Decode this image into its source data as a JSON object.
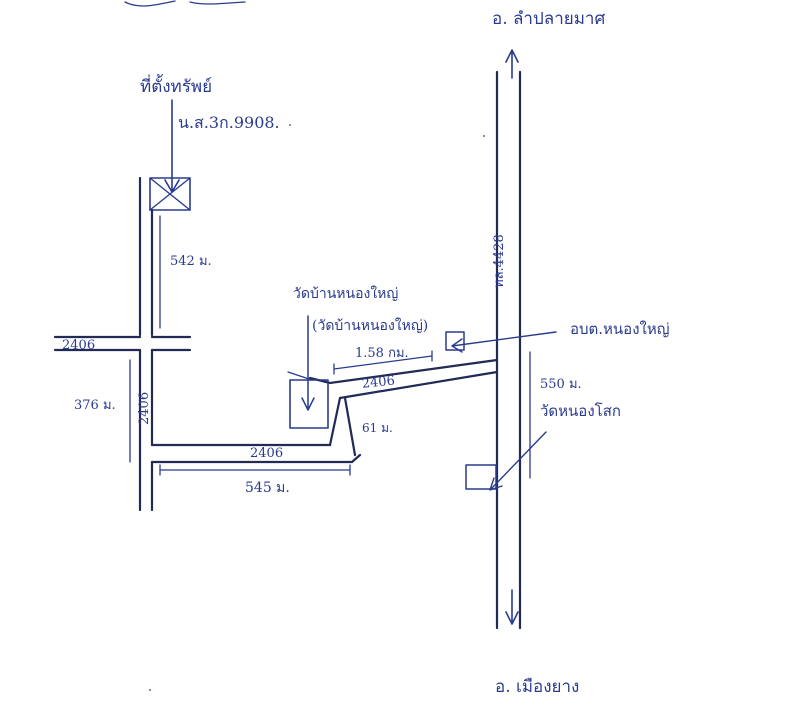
{
  "labels": {
    "top_cut_text": "",
    "north_destination": "อ. ลำปลายมาศ",
    "south_destination": "อ. เมืองยาง",
    "highway_label": "ทล.4428",
    "property_title": "ที่ตั้งทรัพย์",
    "deed_number": "น.ส.3ก.9908.",
    "dist_542": "542 ม.",
    "road_2406_left": "2406",
    "dist_376": "376 ม.",
    "road_2406_vertical": "2406",
    "road_2406_bottom": "2406",
    "dist_545": "545 ม.",
    "dist_61": "61 ม.",
    "road_2406_upper": "2406",
    "dist_158": "1.58 กม.",
    "temple_name": "วัดบ้านหนองใหญ่",
    "temple_note": "(วัดบ้านหนองใหญ่)",
    "admin_office": "อบต.หนองใหญ่",
    "dist_550": "550 ม.",
    "landmark_right": "วัดหนองโสก"
  }
}
